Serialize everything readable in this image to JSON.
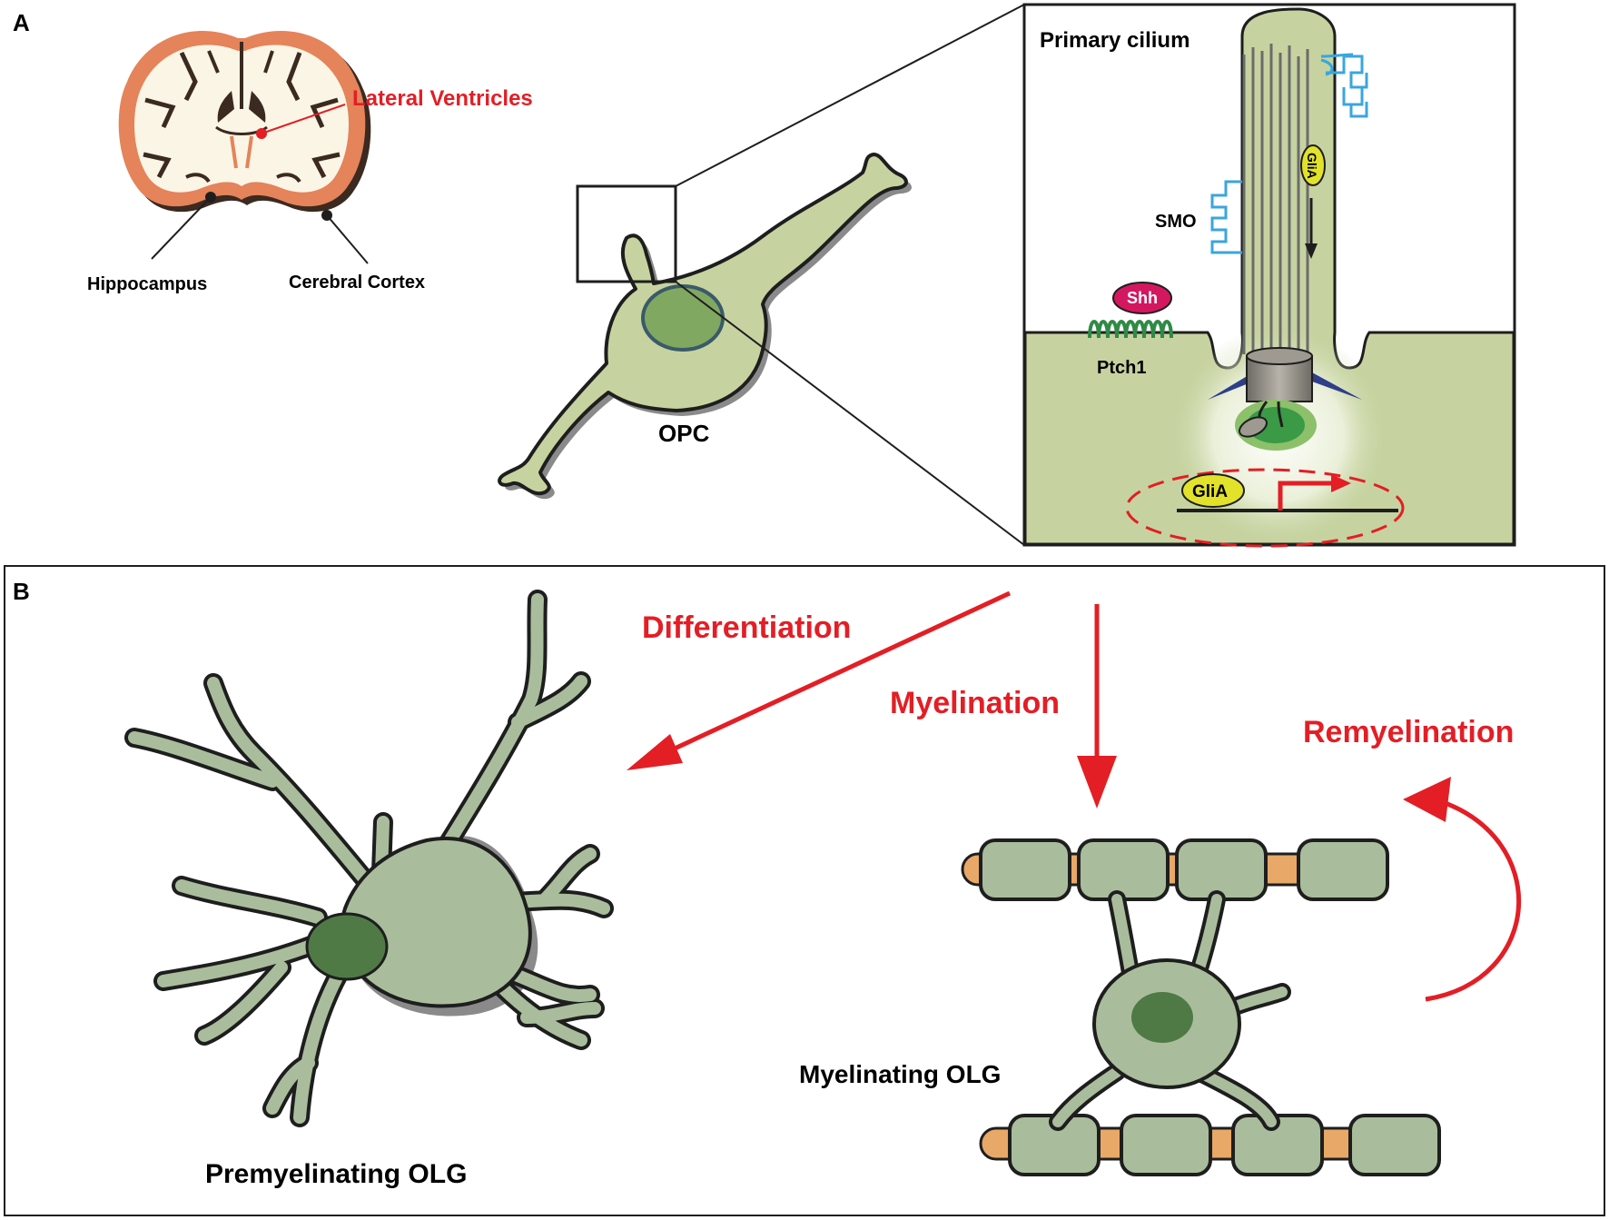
{
  "panel_a": {
    "letter": "A",
    "brain": {
      "lateral_ventricles": "Lateral Ventricles",
      "hippocampus": "Hippocampus",
      "cerebral_cortex": "Cerebral Cortex"
    },
    "opc_label": "OPC",
    "inset": {
      "title": "Primary cilium",
      "smo": "SMO",
      "shh": "Shh",
      "ptch1": "Ptch1",
      "glia_cilium": "GliA",
      "glia_nucleus": "GliA"
    }
  },
  "panel_b": {
    "letter": "B",
    "differentiation": "Differentiation",
    "myelination": "Myelination",
    "remyelination": "Remyelination",
    "premyelinating_label": "Premyelinating OLG",
    "myelinating_label": "Myelinating OLG"
  },
  "colors": {
    "red": "#e31e25",
    "opc_fill": "#c6d3a0",
    "olg_fill": "#a9bd9c",
    "nucleus": "#4f7a45",
    "axon": "#e8a867",
    "cortex": "#e5835a",
    "receptor_blue": "#3aa6dd",
    "ptch1_green": "#2f8a45",
    "shh_magenta": "#d3185f",
    "glia_yellow": "#e2e22a"
  }
}
